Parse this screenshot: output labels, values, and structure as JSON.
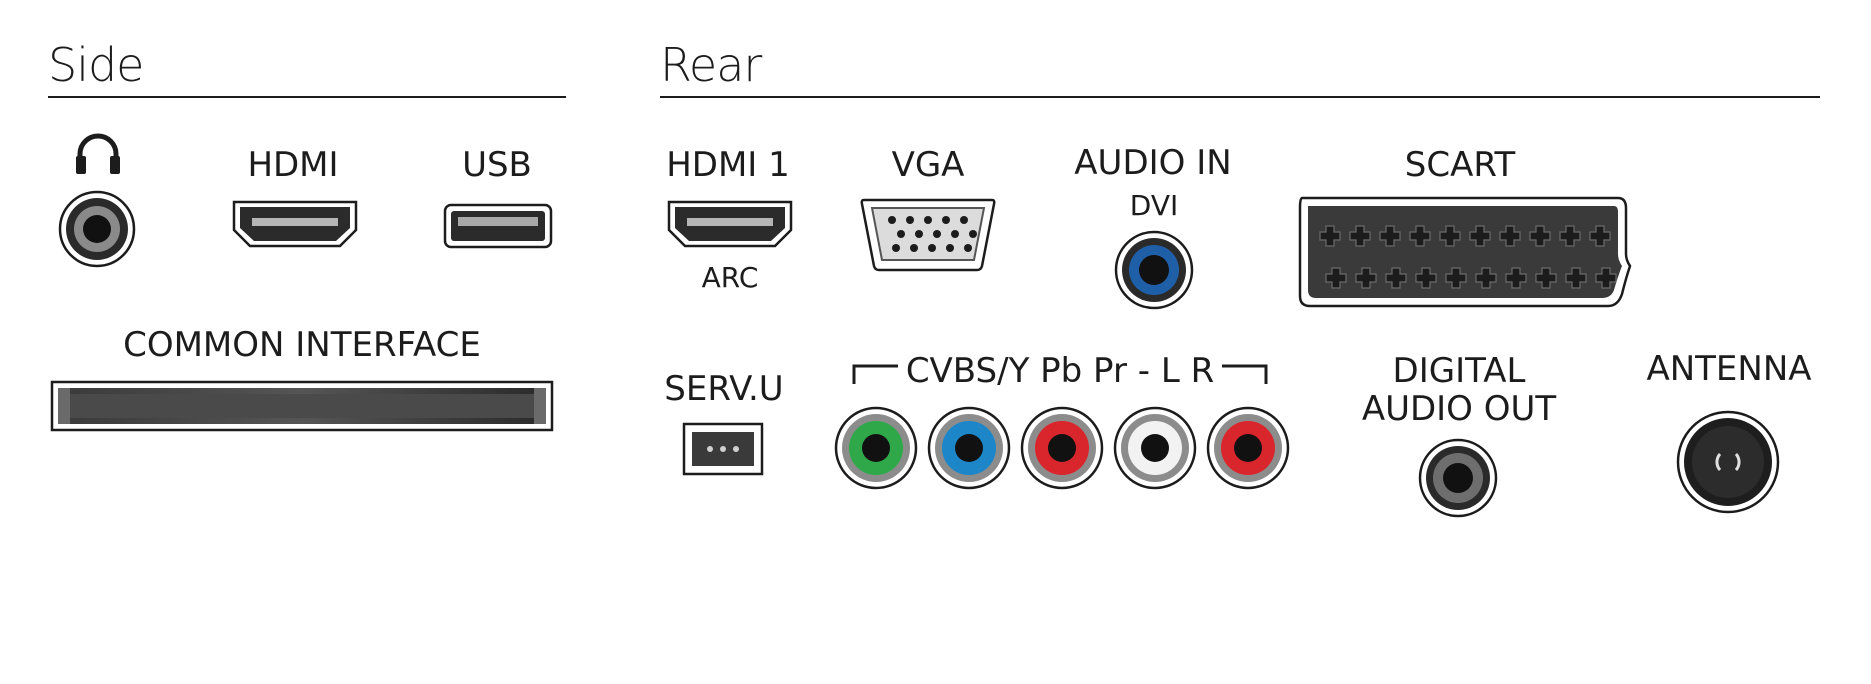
{
  "sections": {
    "side": {
      "title": "Side"
    },
    "rear": {
      "title": "Rear"
    }
  },
  "connectors": {
    "headphone": {
      "icon": "headphones-icon",
      "jack_color": "#555555"
    },
    "hdmi_side": {
      "label": "HDMI"
    },
    "usb": {
      "label": "USB"
    },
    "common_interface": {
      "label": "COMMON INTERFACE"
    },
    "hdmi1": {
      "label": "HDMI 1",
      "sublabel": "ARC"
    },
    "vga": {
      "label": "VGA"
    },
    "audio_in": {
      "label": "AUDIO IN",
      "sublabel": "DVI",
      "ring_color": "#1f5fa8"
    },
    "scart": {
      "label": "SCART"
    },
    "serv_u": {
      "label": "SERV.U"
    },
    "cvbs": {
      "label": "CVBS/Y Pb Pr - L R",
      "jacks": [
        {
          "color": "#2fa84a"
        },
        {
          "color": "#1c86c8"
        },
        {
          "color": "#d8262c"
        },
        {
          "color": "#f2f2f2"
        },
        {
          "color": "#d8262c"
        }
      ]
    },
    "digital_audio_out": {
      "label": "DIGITAL\nAUDIO OUT",
      "ring_color": "#6e6e6e"
    },
    "antenna": {
      "label": "ANTENNA"
    }
  }
}
